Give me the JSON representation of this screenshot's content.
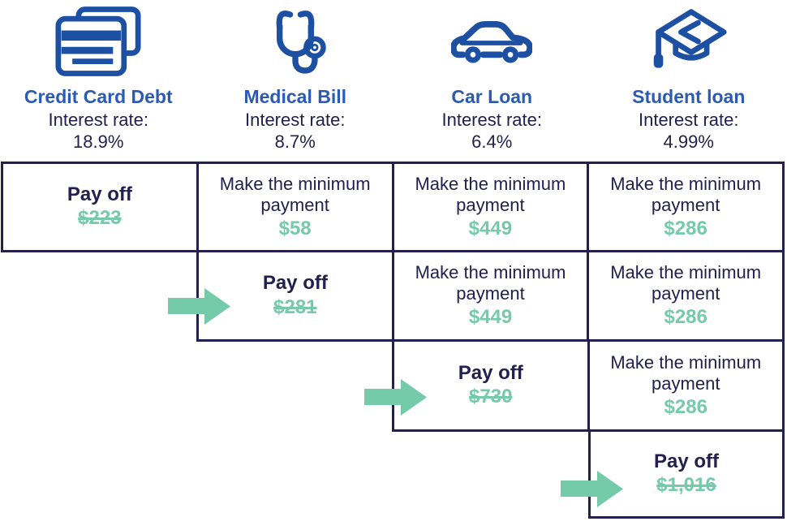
{
  "palette": {
    "navy": "#23204f",
    "heading_blue": "#2b5ab4",
    "icon_blue": "#1d4fa3",
    "green": "#75caa9"
  },
  "labels": {
    "interest": "Interest rate:",
    "payoff": "Pay off",
    "minimum": "Make the minimum\npayment"
  },
  "columns": [
    {
      "title": "Credit Card Debt",
      "rate": "18.9%",
      "icon": "credit-card-icon"
    },
    {
      "title": "Medical Bill",
      "rate": "8.7%",
      "icon": "stethoscope-icon"
    },
    {
      "title": "Car Loan",
      "rate": "6.4%",
      "icon": "car-icon"
    },
    {
      "title": "Student loan",
      "rate": "4.99%",
      "icon": "graduation-cap-icon"
    }
  ],
  "rows": [
    {
      "cells": [
        {
          "type": "payoff",
          "amount": "$223"
        },
        {
          "type": "minimum",
          "amount": "$58"
        },
        {
          "type": "minimum",
          "amount": "$449"
        },
        {
          "type": "minimum",
          "amount": "$286"
        }
      ]
    },
    {
      "cells": [
        {
          "type": "payoff",
          "amount": "$281"
        },
        {
          "type": "minimum",
          "amount": "$449"
        },
        {
          "type": "minimum",
          "amount": "$286"
        }
      ]
    },
    {
      "cells": [
        {
          "type": "payoff",
          "amount": "$730"
        },
        {
          "type": "minimum",
          "amount": "$286"
        }
      ]
    },
    {
      "cells": [
        {
          "type": "payoff",
          "amount": "$1,016"
        }
      ]
    }
  ]
}
